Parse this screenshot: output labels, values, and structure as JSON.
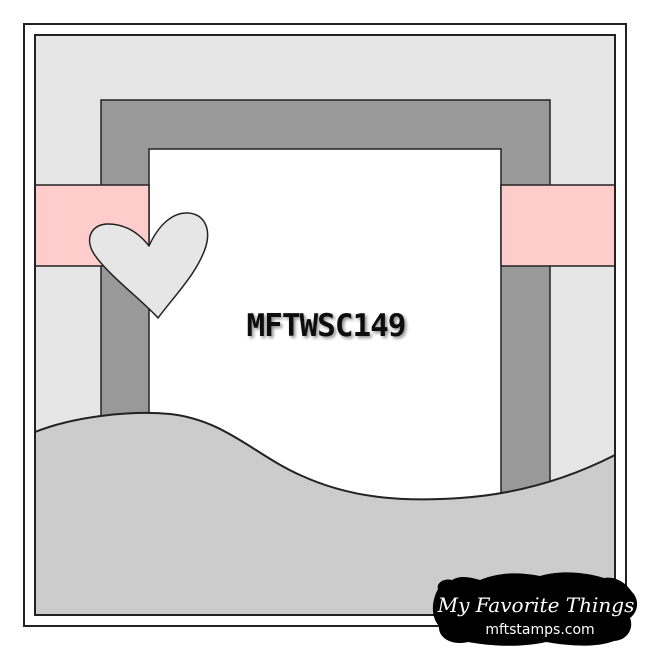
{
  "sketch": {
    "title": "MFTWSC149"
  },
  "logo": {
    "brand": "My Favorite Things",
    "url": "mftstamps.com"
  },
  "colors": {
    "background": "#e6e6e6",
    "frame": "#999999",
    "panel": "#ffffff",
    "ribbon": "#ffcccc",
    "heart": "#e6e6e6",
    "wave": "#cccccc",
    "outline": "#222222",
    "logo_badge": "#000000"
  },
  "icons": {
    "heart": "heart-icon",
    "logo": "mft-logo-badge"
  }
}
